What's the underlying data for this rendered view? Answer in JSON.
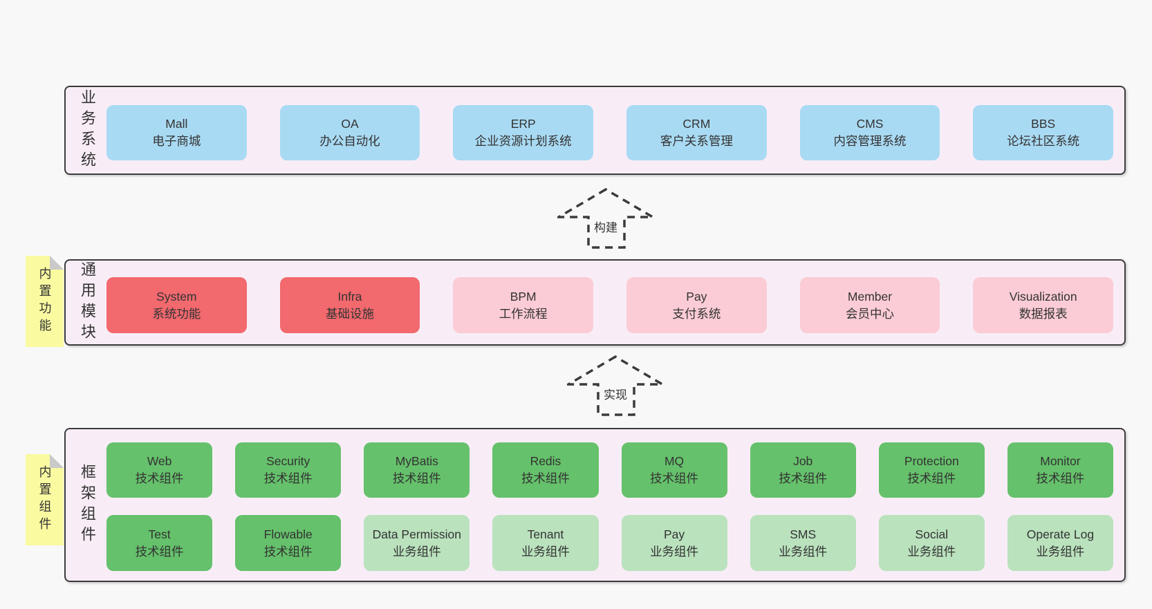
{
  "colors": {
    "page-bg": "#f8f8f8",
    "layer-bg": "#f8edf6",
    "layer-border": "#3b3b3b",
    "box-blue": "#a9daf3",
    "box-red": "#f2696e",
    "box-pink": "#fbccd5",
    "box-green": "#65c16b",
    "box-lightgreen": "#bae2bd",
    "note-yellow": "#fafaa1",
    "note-fold": "#c9c9c9",
    "ink": "#333333"
  },
  "arrows": [
    {
      "label": "构建"
    },
    {
      "label": "实现"
    }
  ],
  "layers": [
    {
      "label": "业务系统",
      "boxes": [
        {
          "title": "Mall",
          "subtitle": "电子商城"
        },
        {
          "title": "OA",
          "subtitle": "办公自动化"
        },
        {
          "title": "ERP",
          "subtitle": "企业资源计划系统"
        },
        {
          "title": "CRM",
          "subtitle": "客户关系管理"
        },
        {
          "title": "CMS",
          "subtitle": "内容管理系统"
        },
        {
          "title": "BBS",
          "subtitle": "论坛社区系统"
        }
      ]
    },
    {
      "label": "通用模块",
      "note": "内置功能",
      "boxes": [
        {
          "title": "System",
          "subtitle": "系统功能"
        },
        {
          "title": "Infra",
          "subtitle": "基础设施"
        },
        {
          "title": "BPM",
          "subtitle": "工作流程"
        },
        {
          "title": "Pay",
          "subtitle": "支付系统"
        },
        {
          "title": "Member",
          "subtitle": "会员中心"
        },
        {
          "title": "Visualization",
          "subtitle": "数据报表"
        }
      ]
    },
    {
      "label": "框架组件",
      "note": "内置组件",
      "rows": [
        [
          {
            "title": "Web",
            "subtitle": "技术组件"
          },
          {
            "title": "Security",
            "subtitle": "技术组件"
          },
          {
            "title": "MyBatis",
            "subtitle": "技术组件"
          },
          {
            "title": "Redis",
            "subtitle": "技术组件"
          },
          {
            "title": "MQ",
            "subtitle": "技术组件"
          },
          {
            "title": "Job",
            "subtitle": "技术组件"
          },
          {
            "title": "Protection",
            "subtitle": "技术组件"
          },
          {
            "title": "Monitor",
            "subtitle": "技术组件"
          }
        ],
        [
          {
            "title": "Test",
            "subtitle": "技术组件"
          },
          {
            "title": "Flowable",
            "subtitle": "技术组件"
          },
          {
            "title": "Data Permission",
            "subtitle": "业务组件"
          },
          {
            "title": "Tenant",
            "subtitle": "业务组件"
          },
          {
            "title": "Pay",
            "subtitle": "业务组件"
          },
          {
            "title": "SMS",
            "subtitle": "业务组件"
          },
          {
            "title": "Social",
            "subtitle": "业务组件"
          },
          {
            "title": "Operate Log",
            "subtitle": "业务组件"
          }
        ]
      ]
    }
  ]
}
